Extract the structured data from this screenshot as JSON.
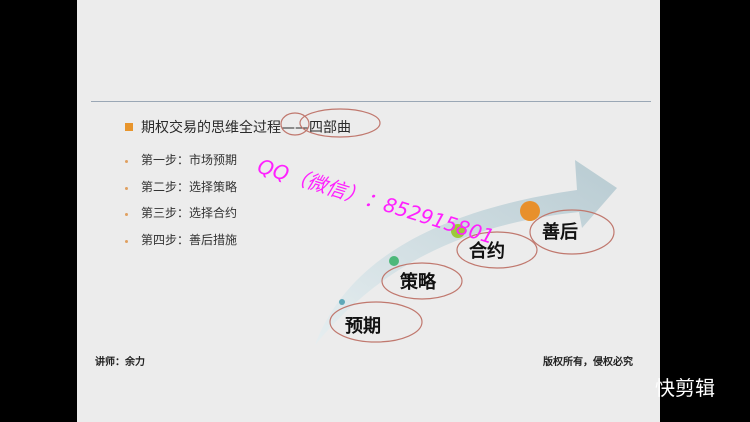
{
  "slide": {
    "title": "期权交易的思维全过程——四部曲",
    "steps": [
      "第一步：市场预期",
      "第二步：选择策略",
      "第三步：选择合约",
      "第四步：善后措施"
    ],
    "stages": [
      "预期",
      "策略",
      "合约",
      "善后"
    ],
    "lecturer": "讲师：余力",
    "copyright": "版权所有，侵权必究"
  },
  "watermark": "QQ（微信）：852915801",
  "corner_watermark": "快剪辑",
  "colors": {
    "bullet": "#e8952c",
    "watermark": "#ff20ff",
    "accent_orange": "#e8902c",
    "accent_green": "#9cc83a"
  }
}
